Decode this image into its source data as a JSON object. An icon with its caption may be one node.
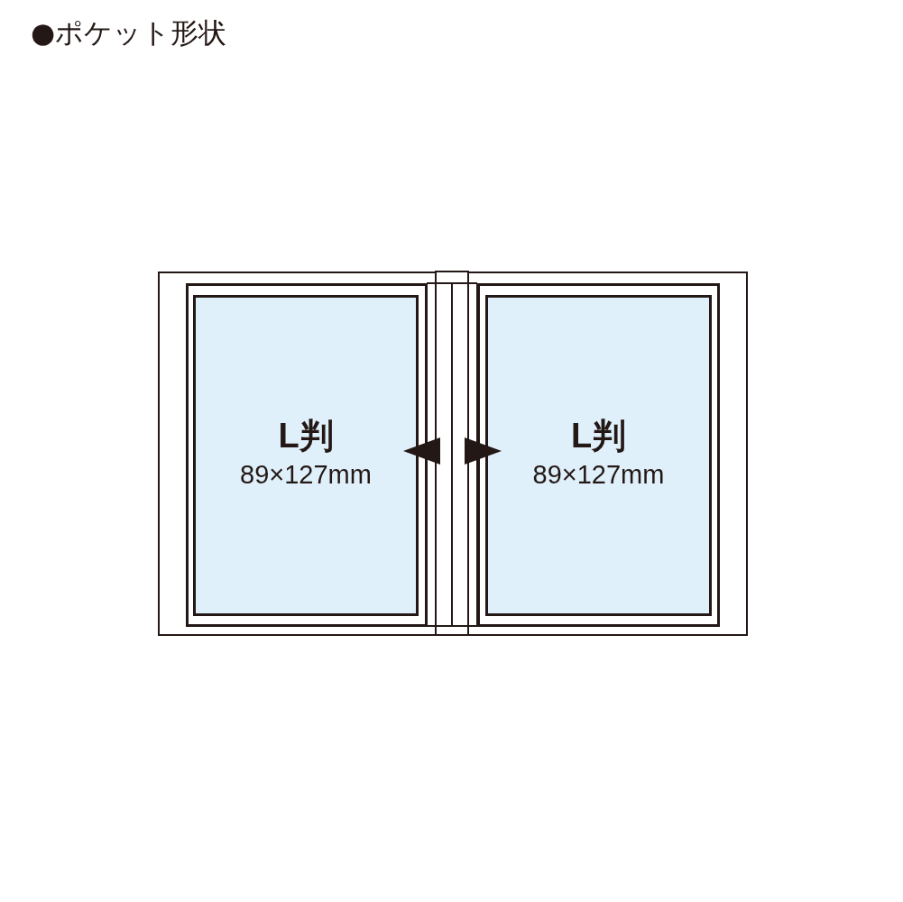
{
  "diagram": {
    "title": "●ポケット形状",
    "nodes": [
      {
        "text": [],
        "shape": "box"
      },
      {
        "text": [],
        "shape": "box",
        "in": 0
      },
      {
        "text": [
          "L判",
          "89×127mm"
        ],
        "in": 1
      },
      {
        "text": [],
        "shape": "box",
        "in": 0
      },
      {
        "text": [
          "L判",
          "89×127mm"
        ],
        "in": 3
      }
    ],
    "edges": []
  }
}
